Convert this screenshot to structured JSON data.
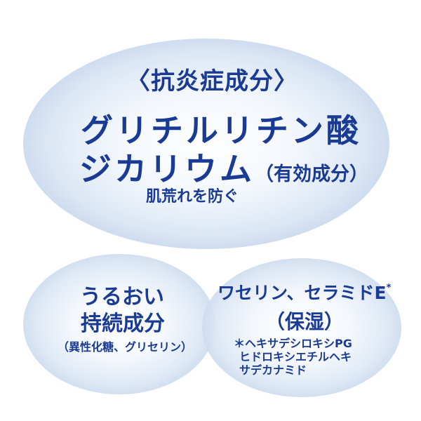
{
  "main_ingredient": {
    "category": "〈抗炎症成分〉",
    "name_line1": "グリチルリチン酸",
    "name_line2": "ジカリウム",
    "name_note": "（有効成分）",
    "effect": "肌荒れを防ぐ"
  },
  "moisture_ingredient": {
    "line1": "うるおい",
    "line2": "持続成分",
    "detail": "（異性化糖、グリセリン）"
  },
  "barrier_ingredient": {
    "line1": "ワセリン、セラミドE",
    "asterisk": "*",
    "line2": "（保湿）",
    "footnote_line1": "＊ヘキサデシロキシPG",
    "footnote_line2": "ヒドロキシエチルヘキ",
    "footnote_line3": "サデカナミド"
  },
  "colors": {
    "text": "#1a3b94",
    "ellipse_edge": "#a5bfe2",
    "ellipse_center": "#ffffff",
    "background": "#ffffff"
  }
}
